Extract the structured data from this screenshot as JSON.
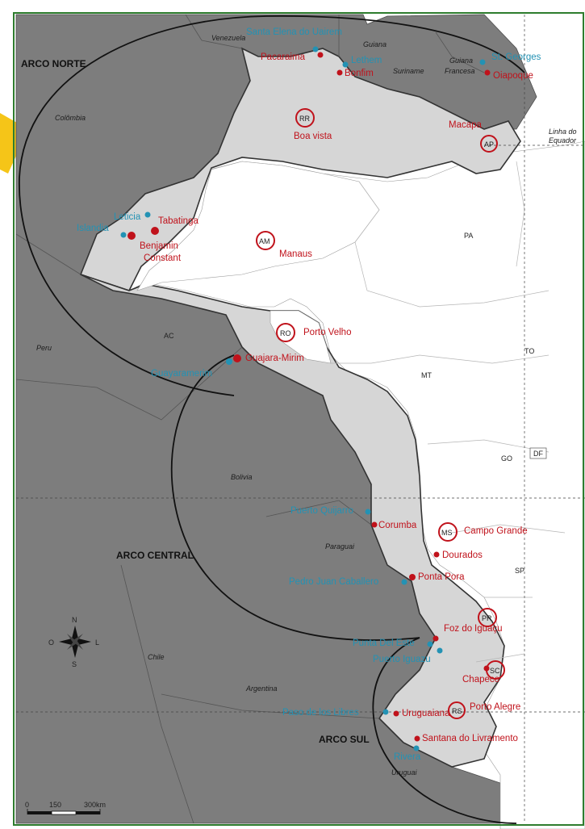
{
  "arcs": {
    "norte": "ARCO NORTE",
    "central": "ARCO CENTRAL",
    "sul": "ARCO SUL"
  },
  "countries": {
    "venezuela": "Venezuela",
    "guiana": "Guiana",
    "suriname": "Suriname",
    "guiana_francesa_1": "Guiana",
    "guiana_francesa_2": "Francesa",
    "colombia": "Colômbia",
    "peru": "Peru",
    "bolivia": "Bolivia",
    "paraguai": "Paraguai",
    "chile": "Chile",
    "argentina": "Argentina",
    "uruguai": "Uruguai"
  },
  "equator": {
    "line1": "Linha do",
    "line2": "Equador"
  },
  "states": {
    "rr": "RR",
    "ap": "AP",
    "am": "AM",
    "pa": "PA",
    "ro": "RO",
    "ac": "AC",
    "to": "TO",
    "mt": "MT",
    "go": "GO",
    "df": "DF",
    "ms": "MS",
    "sp": "SP",
    "pr": "PR",
    "sc": "SC",
    "rs": "RS"
  },
  "brazil_cities": {
    "pacaraima": "Pacaraima",
    "bonfim": "Bonfim",
    "oiapoque": "Oiapoque",
    "boa_vista": "Boa vista",
    "macapa": "Macapa",
    "tabatinga": "Tabatinga",
    "benjamin_1": "Benjamin",
    "benjamin_2": "Constant",
    "manaus": "Manaus",
    "porto_velho": "Porto Velho",
    "guajara": "Guajara-Mirim",
    "corumba": "Corumba",
    "campo_grande": "Campo Grande",
    "dourados": "Dourados",
    "ponta_pora": "Ponta Pora",
    "foz_1": "Foz do",
    "foz_2": "Iguaçu",
    "chapeco": "Chapeco",
    "porto_alegre": "Porto Alegre",
    "uruguaiana": "Uruguaiana",
    "santana": "Santana do Livramento"
  },
  "foreign_cities": {
    "santa_elena": "Santa Elena do Uairem",
    "lethem": "Lethem",
    "st_georges": "St. Georges",
    "leticia": "Leticia",
    "islandia": "Islandia",
    "guayaramerim": "Guayaramerim",
    "puerto_quijarro": "Puerto Quijarro",
    "pedro_juan": "Pedro Juan Caballero",
    "puerto_del_este": "Punta Del Este",
    "puerto_iguazu": "Puerto Iguazu",
    "paso_libres": "Paso de los Libres",
    "rivera": "Rivera"
  },
  "compass": {
    "n": "N",
    "s": "S",
    "o": "O",
    "l": "L"
  },
  "scale": {
    "zero": "0",
    "mid": "150",
    "end": "300km"
  },
  "colors": {
    "foreign": "#7d7d7d",
    "frontier": "#d6d6d6",
    "interior": "#ffffff",
    "brazil_city": "#c0121b",
    "foreign_city": "#2392b4",
    "frame": "#2e7d2e"
  }
}
